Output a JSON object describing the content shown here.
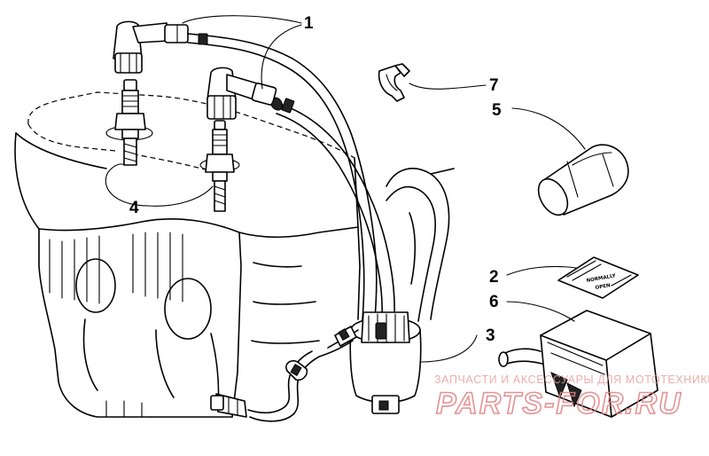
{
  "diagram": {
    "callouts": [
      {
        "id": "1",
        "text": "1"
      },
      {
        "id": "7",
        "text": "7"
      },
      {
        "id": "5",
        "text": "5"
      },
      {
        "id": "4",
        "text": "4"
      },
      {
        "id": "2",
        "text": "2"
      },
      {
        "id": "6",
        "text": "6"
      },
      {
        "id": "3",
        "text": "3"
      }
    ],
    "decal": {
      "line1": "NORMALLY",
      "line2": "OPEN"
    }
  },
  "watermark": {
    "subtitle": "ЗАПЧАСТИ И АКСЕССУАРЫ ДЛЯ МОТОТЕХНИКИ",
    "brand": "PARTS-FOR.RU"
  }
}
